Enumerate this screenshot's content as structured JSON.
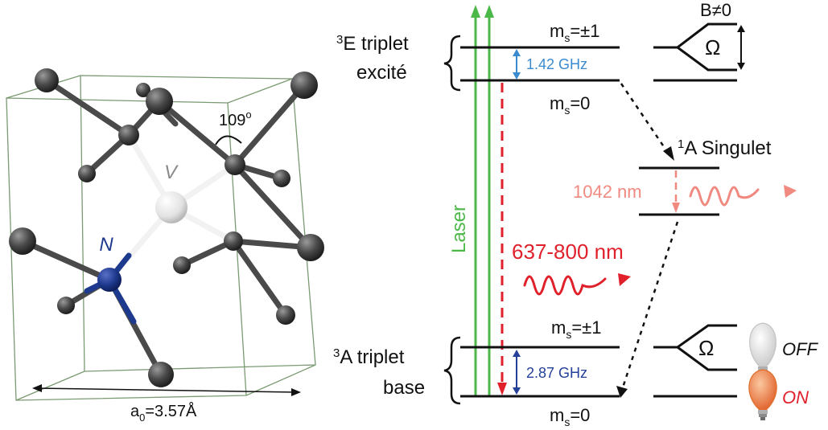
{
  "crystal": {
    "vacancy_label": "V",
    "nitrogen_label": "N",
    "angle_label": "109",
    "angle_sup": "o",
    "lattice_prefix": "a",
    "lattice_sub": "0",
    "lattice_value": "=3.57Å"
  },
  "levels": {
    "excited": {
      "sup": "3",
      "line1": "E triplet",
      "line2": "excité",
      "ms_upper_prefix": "m",
      "ms_sub": "s",
      "ms_upper_value": "=±1",
      "ms_lower_value": "=0",
      "splitting": "1.42 GHz"
    },
    "singlet": {
      "sup": "1",
      "label": "A Singulet",
      "wavelength": "1042 nm"
    },
    "ground": {
      "sup": "3",
      "line1": "A triplet",
      "line2": "base",
      "ms_upper_value": "=±1",
      "ms_lower_value": "=0",
      "splitting": "2.87 GHz"
    },
    "laser_label": "Laser",
    "emission": "637-800 nm"
  },
  "zeeman": {
    "field_label": "B≠0",
    "omega": "Ω",
    "off_label": "OFF",
    "on_label": "ON"
  },
  "colors": {
    "laser": "#4cb848",
    "emission": "#e0202a",
    "ir": "#f08a80",
    "excited_split": "#3a8ad0",
    "ground_split": "#25409a",
    "nitrogen": "#1e3a8e",
    "lattice": "#7a9a72",
    "bulb_on": "#ee7a42"
  }
}
